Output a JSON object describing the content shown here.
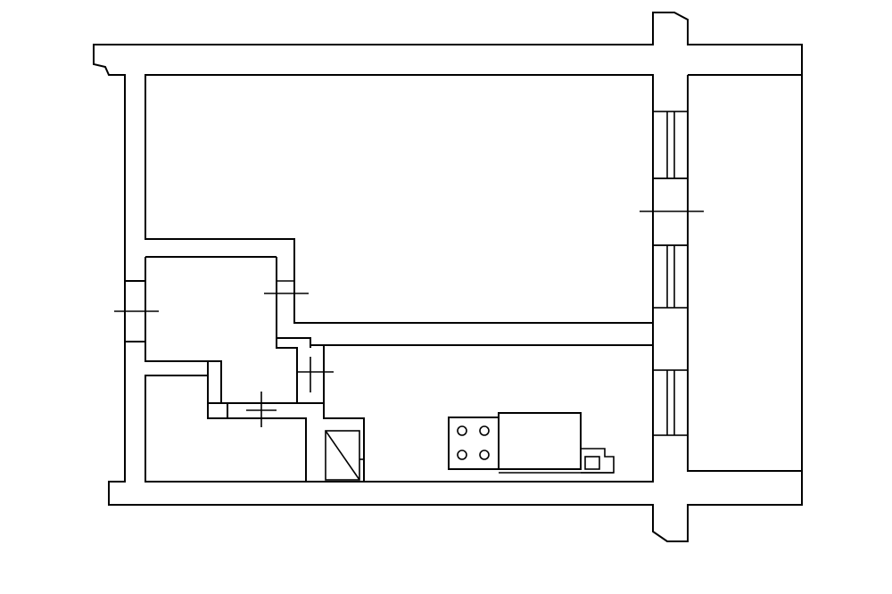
{
  "drawing": {
    "type": "apartment-floor-plan",
    "style": "black line drawing on white",
    "line_color": "#000000",
    "background_color": "#ffffff",
    "rooms": [
      "living-room",
      "hallway",
      "bathroom",
      "toilet",
      "kitchen",
      "balcony"
    ],
    "openings": {
      "windows": 3,
      "doors": 5
    },
    "fixtures": [
      "stove",
      "kitchen-counter",
      "sink",
      "shower-tray"
    ]
  }
}
